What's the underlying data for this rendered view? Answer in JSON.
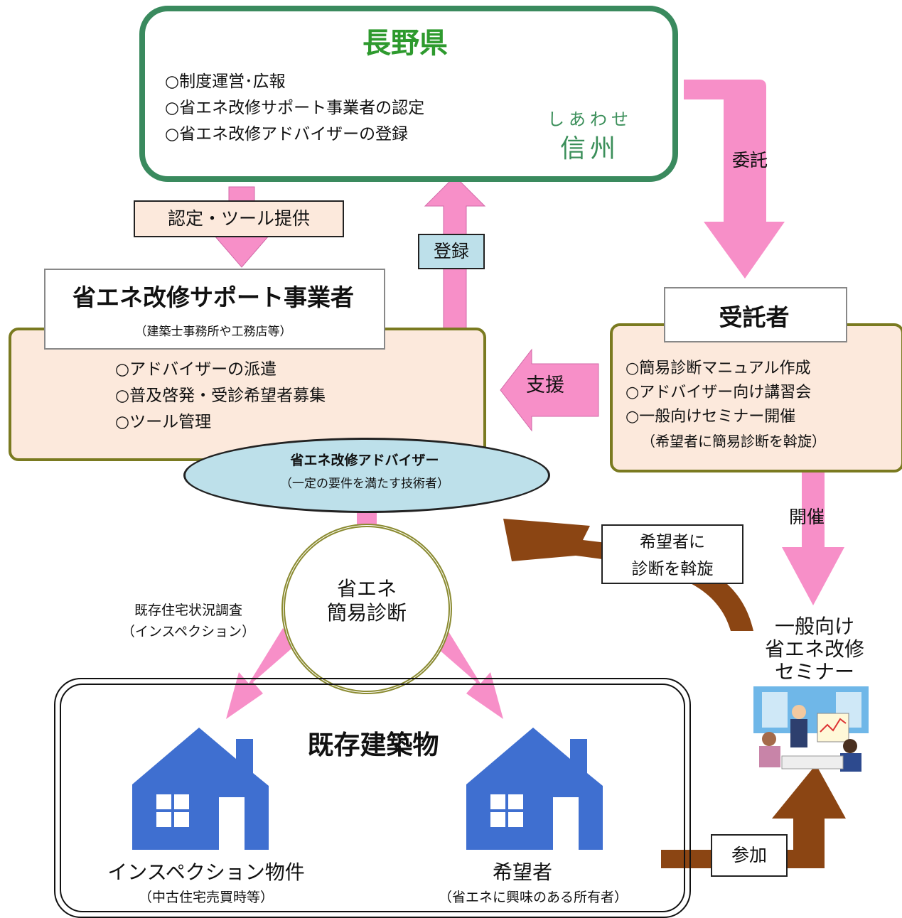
{
  "prefecture": {
    "title": "長野県",
    "duties": [
      "○制度運営･広報",
      "○省エネ改修サポート事業者の認定",
      "○省エネ改修アドバイザーの登録"
    ],
    "logo_text": [
      "しあわせ",
      "信州"
    ]
  },
  "support_company": {
    "title": "省エネ改修サポート事業者",
    "subtitle": "（建築士事務所や工務店等）",
    "duties": [
      "○アドバイザーの派遣",
      "○普及啓発・受診希望者募集",
      "○ツール管理"
    ]
  },
  "contractor": {
    "title": "受託者",
    "duties": [
      "○簡易診断マニュアル作成",
      "○アドバイザー向け講習会",
      "○一般向けセミナー開催"
    ],
    "note": "（希望者に簡易診断を斡旋）"
  },
  "advisor": {
    "title": "省エネ改修アドバイザー",
    "subtitle": "（一定の要件を満たす技術者）"
  },
  "diagnosis": {
    "line1": "省エネ",
    "line2": "簡易診断"
  },
  "inspection": {
    "line1": "既存住宅状況調査",
    "line2": "（インスペクション）"
  },
  "existing_building": {
    "title": "既存建築物",
    "house1_label": "インスペクション物件",
    "house1_sub": "（中古住宅売買時等）",
    "house2_label": "希望者",
    "house2_sub": "（省エネに興味のある所有者）"
  },
  "seminar": {
    "line1": "一般向け",
    "line2": "省エネ改修",
    "line3": "セミナー"
  },
  "arrows": {
    "nintei": "認定・ツール提供",
    "touroku": "登録",
    "itaku": "委託",
    "kaisai": "開催",
    "shien": "支援",
    "assen_line1": "希望者に",
    "assen_line2": "診断を斡旋",
    "sanka": "参加"
  },
  "colors": {
    "pink": "#f78fc8",
    "brown": "#8b4513",
    "green": "#3a8a5e",
    "peach": "#fce9dc",
    "lightblue": "#bde0ea",
    "house_blue": "#3f6fd0"
  },
  "icons": [
    "heart-leaf-logo-icon",
    "office-building-icon",
    "worker-with-tablet-icon",
    "house-icon",
    "seminar-meeting-icon"
  ]
}
